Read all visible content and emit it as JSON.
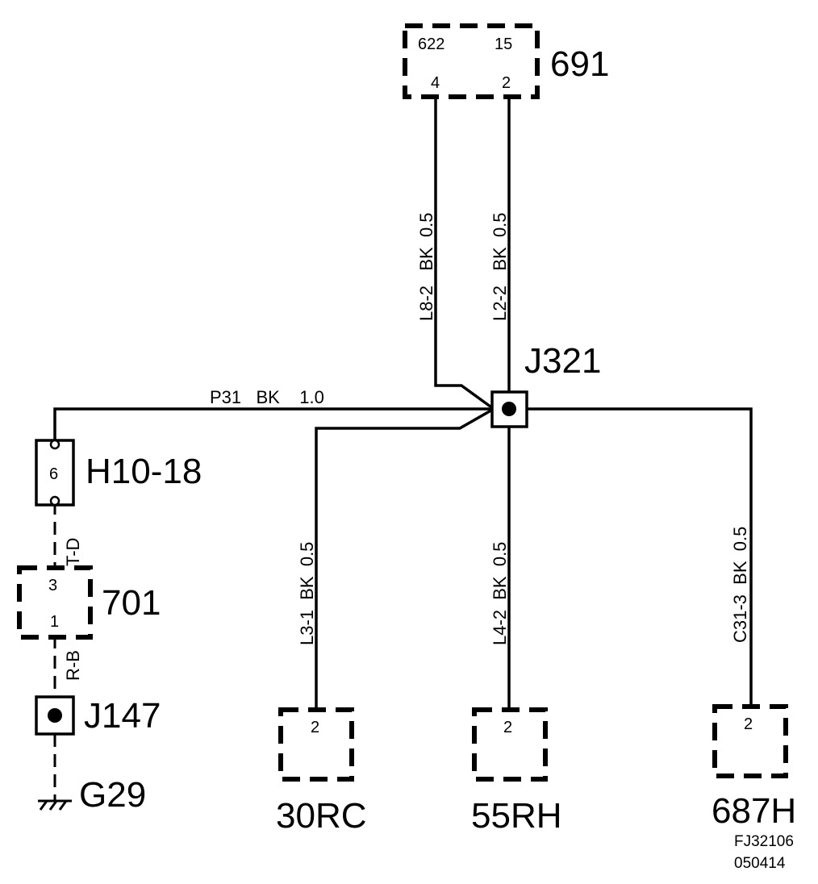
{
  "connectors": {
    "c691": {
      "name": "691",
      "pin_tl": "622",
      "pin_tr": "15",
      "pin_bl": "4",
      "pin_br": "2"
    },
    "c701": {
      "name": "701",
      "pin_top": "3",
      "pin_bottom": "1"
    },
    "c30rc": {
      "name": "30RC",
      "pin": "2"
    },
    "c55rh": {
      "name": "55RH",
      "pin": "2"
    },
    "c687h": {
      "name": "687H",
      "pin": "2"
    }
  },
  "splices": {
    "j321": {
      "name": "J321"
    },
    "j147": {
      "name": "J147"
    }
  },
  "inline": {
    "h10": {
      "name": "H10-18",
      "pin": "6"
    }
  },
  "ground": {
    "name": "G29"
  },
  "wires": {
    "l8": "L8-2   BK  0.5",
    "l2": "L2-2   BK  0.5",
    "p31": "P31   BK    1.0",
    "l3": "L3-1  BK  0.5",
    "l4": "L4-2  BK  0.5",
    "c31": "C31-3  BK  0.5",
    "td": "T-D",
    "rb": "R-B"
  },
  "footer": {
    "code": "FJ32106",
    "date": "050414"
  }
}
